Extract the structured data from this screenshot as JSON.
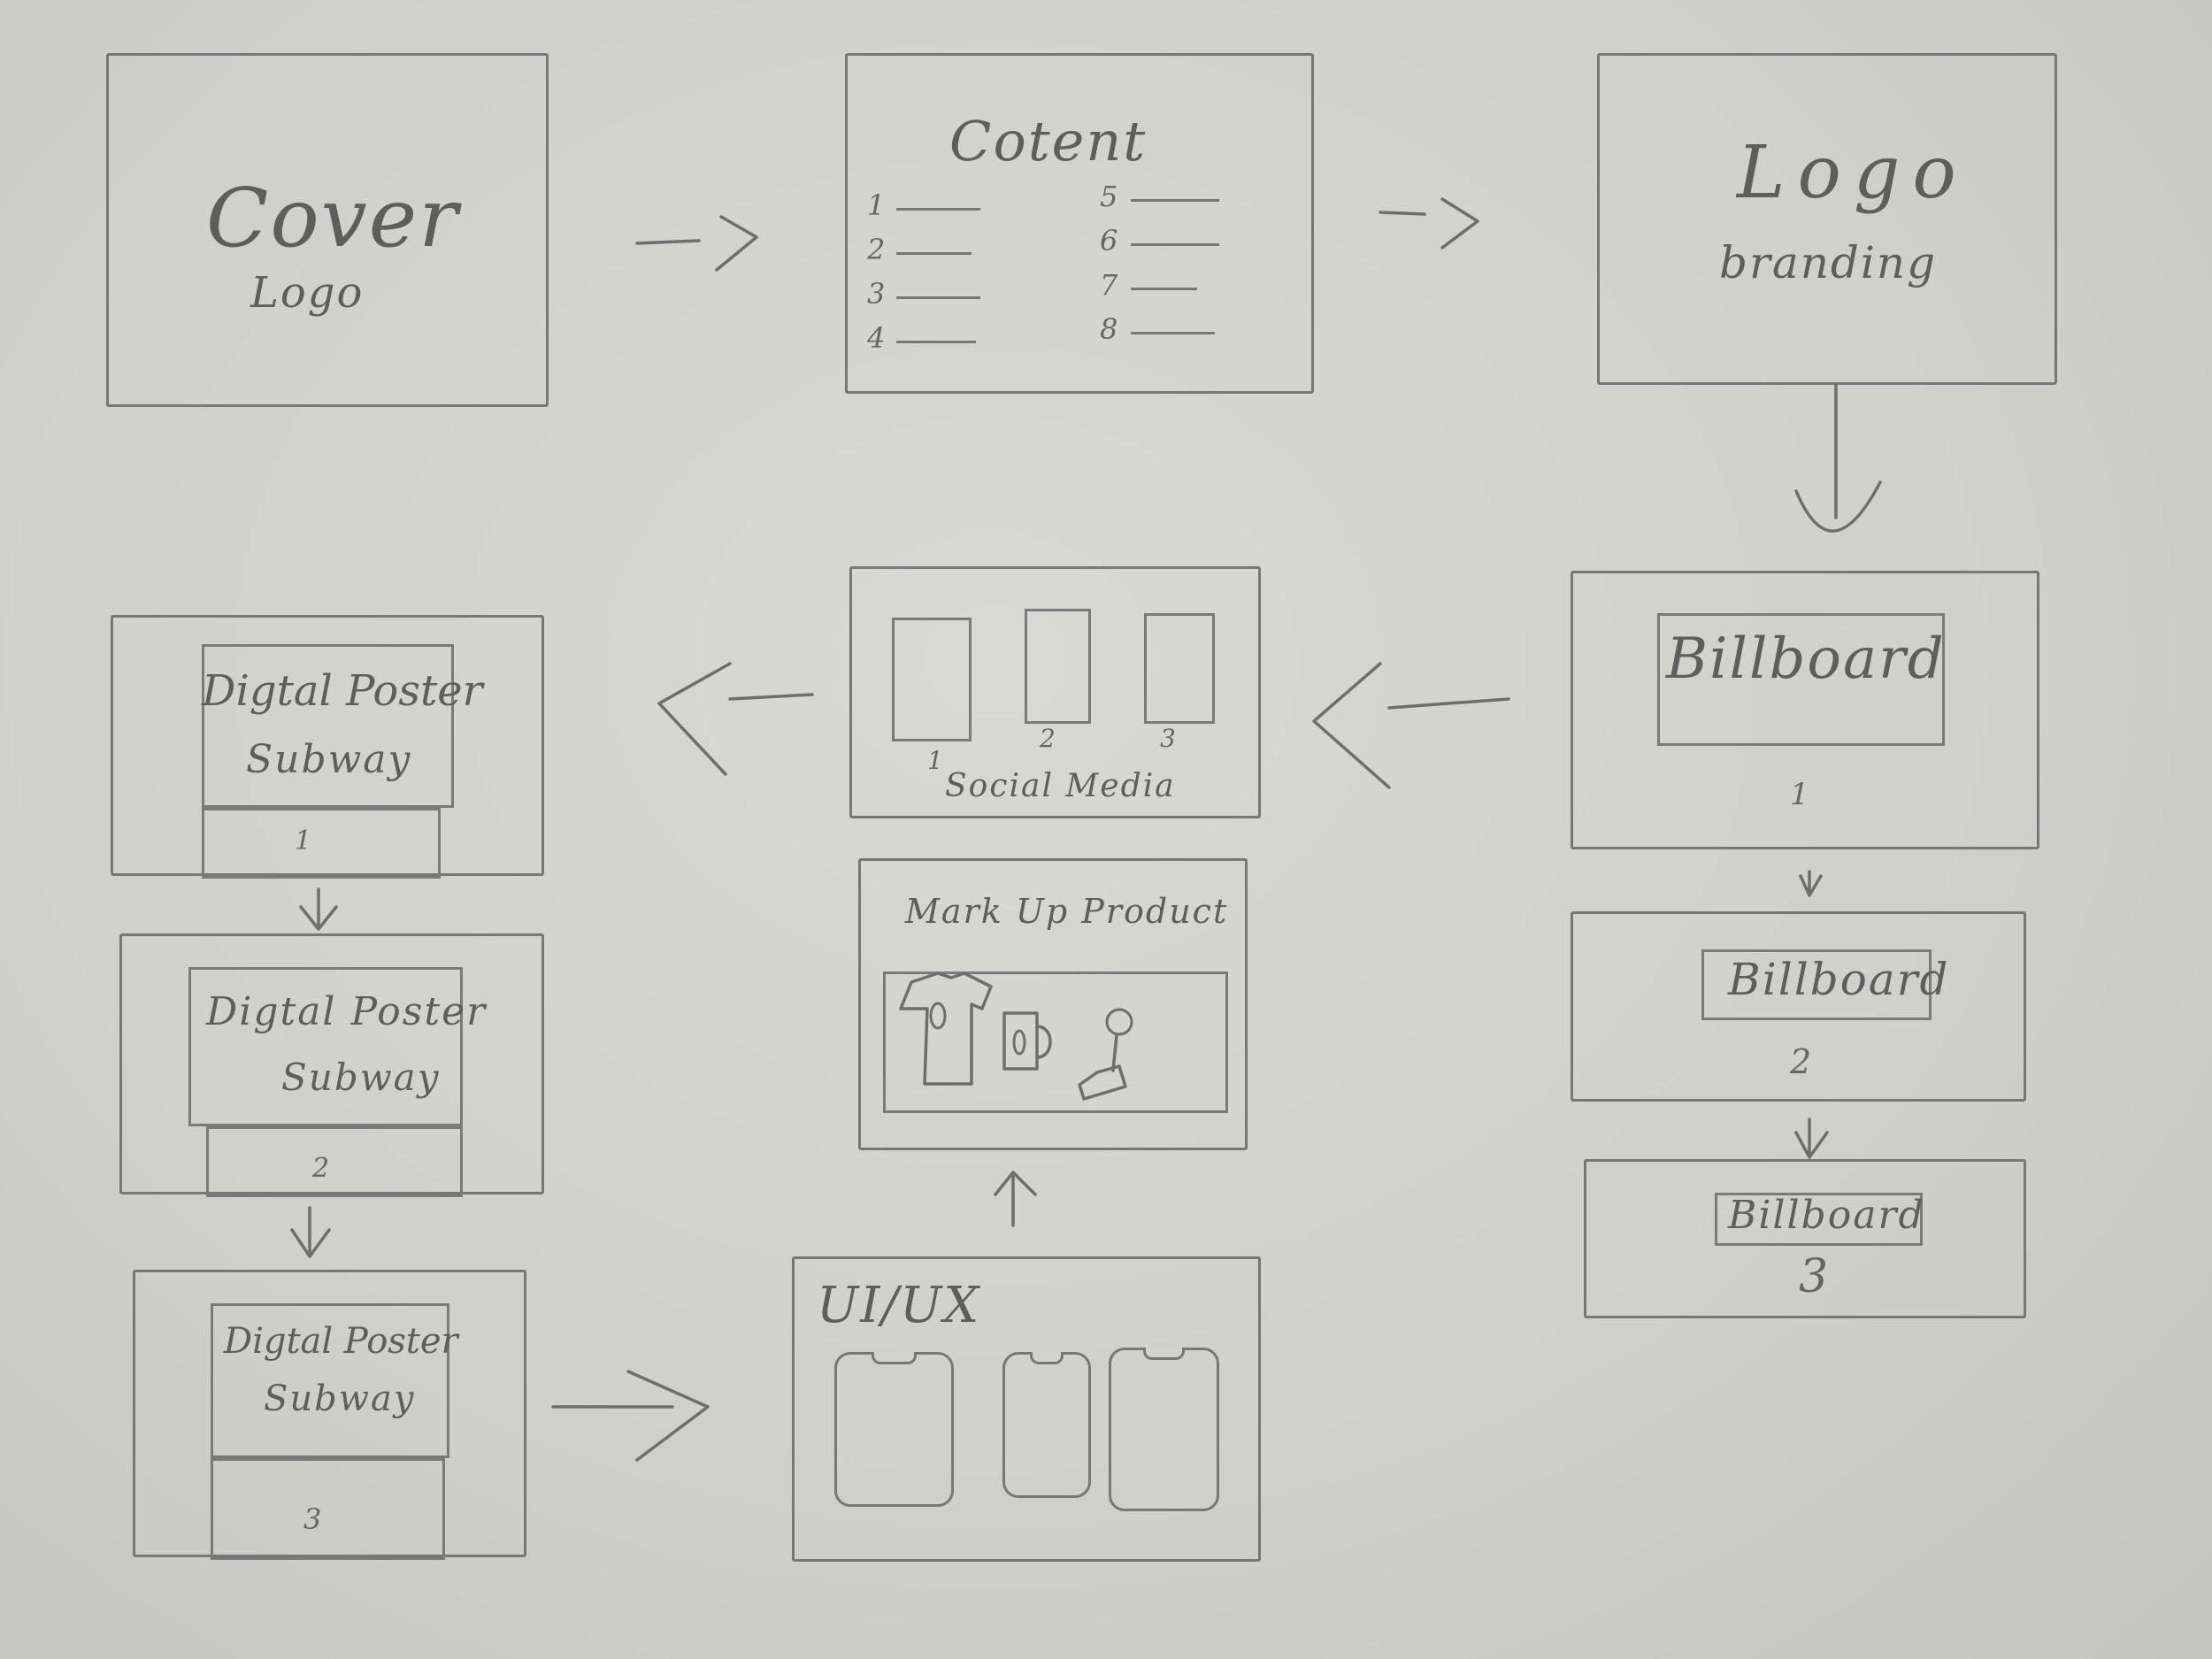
{
  "frames": {
    "cover": {
      "title": "Cover",
      "subtitle": "Logo"
    },
    "content": {
      "title": "Cotent",
      "left_items": [
        "1",
        "2",
        "3",
        "4"
      ],
      "right_items": [
        "5",
        "6",
        "7",
        "8"
      ]
    },
    "logo": {
      "title": "Logo",
      "subtitle": "branding"
    },
    "billboard1": {
      "title": "Billboard",
      "number": "1"
    },
    "billboard2": {
      "title": "Billboard",
      "number": "2"
    },
    "billboard3": {
      "title": "Billboard",
      "number": "3"
    },
    "social_media": {
      "title": "Social Media",
      "panels": [
        "1",
        "2",
        "3"
      ]
    },
    "mark_up": {
      "title": "Mark Up Product"
    },
    "uiux": {
      "title": "UI/UX"
    },
    "poster1": {
      "line1": "Digtal Poster",
      "line2": "Subway",
      "number": "1"
    },
    "poster2": {
      "line1": "Digtal Poster",
      "line2": "Subway",
      "number": "2"
    },
    "poster3": {
      "line1": "Digtal Poster",
      "line2": "Subway",
      "number": "3"
    }
  }
}
